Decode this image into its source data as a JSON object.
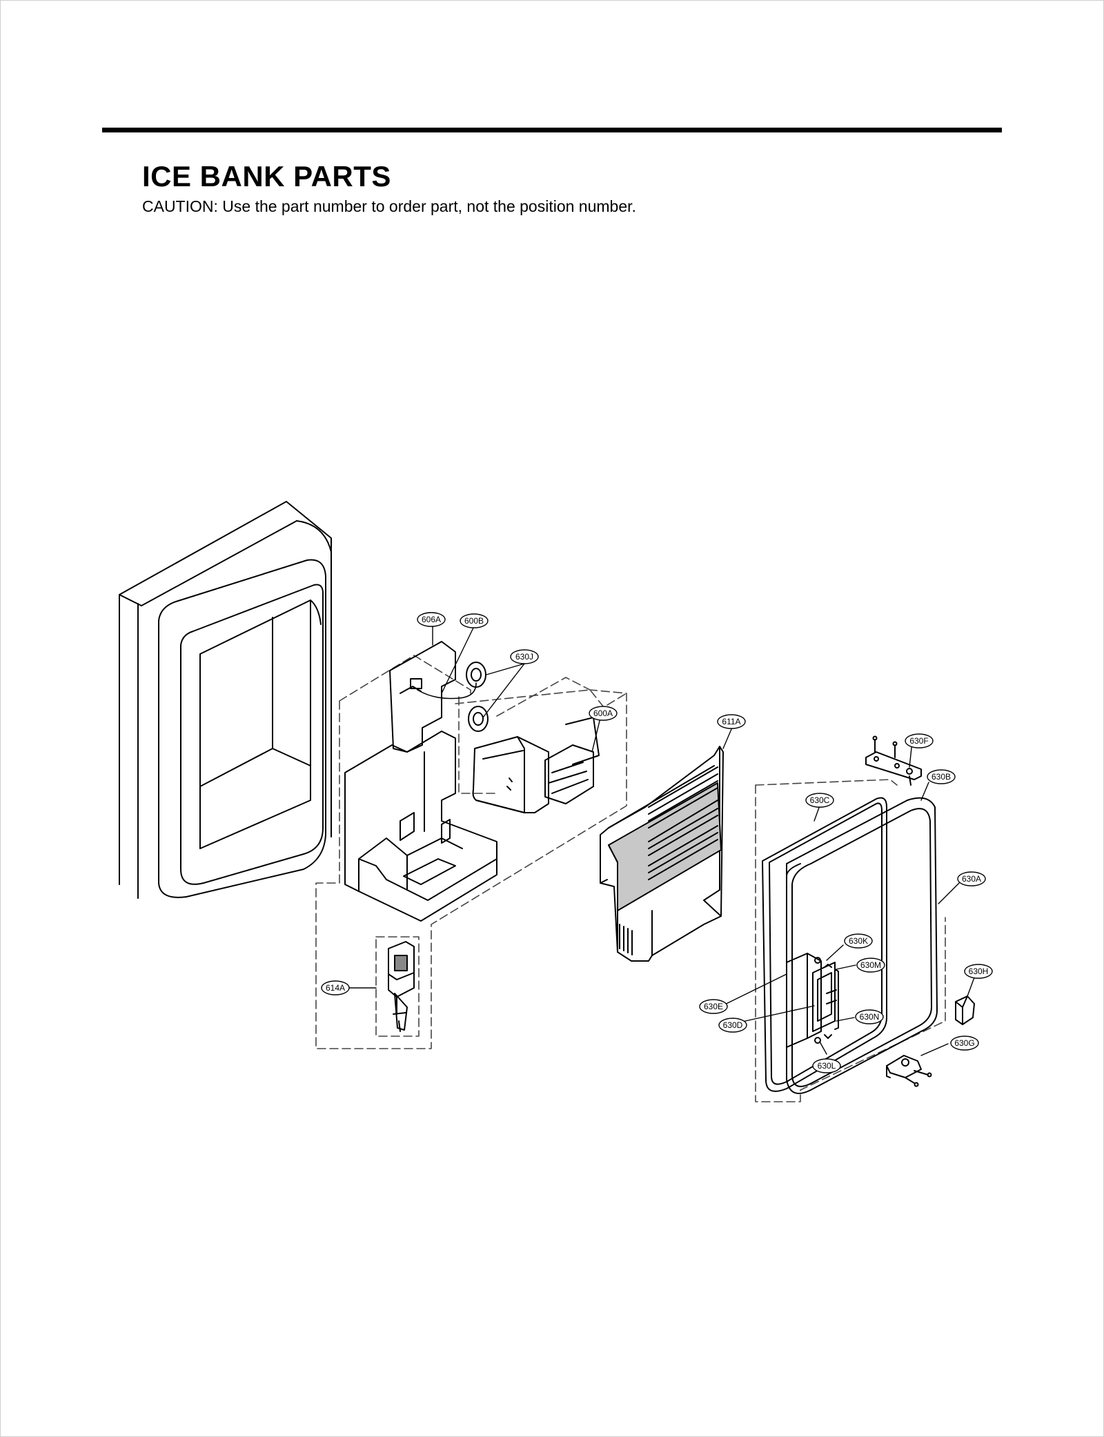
{
  "header": {
    "title": "ICE BANK PARTS",
    "caution": "CAUTION: Use the part number to order part, not the position number."
  },
  "callouts": {
    "c606A": "606A",
    "c600B": "600B",
    "c630J": "630J",
    "c600A": "600A",
    "c611A": "611A",
    "c630F": "630F",
    "c630B": "630B",
    "c630C": "630C",
    "c630A": "630A",
    "c630K": "630K",
    "c630M": "630M",
    "c630H": "630H",
    "c630E": "630E",
    "c630D": "630D",
    "c630N": "630N",
    "c630G": "630G",
    "c630L": "630L",
    "c614A": "614A"
  },
  "colors": {
    "line": "#000000",
    "panel_fill": "#ffffff",
    "shade_fill": "#c8c8c8",
    "dashed": "#444444"
  }
}
